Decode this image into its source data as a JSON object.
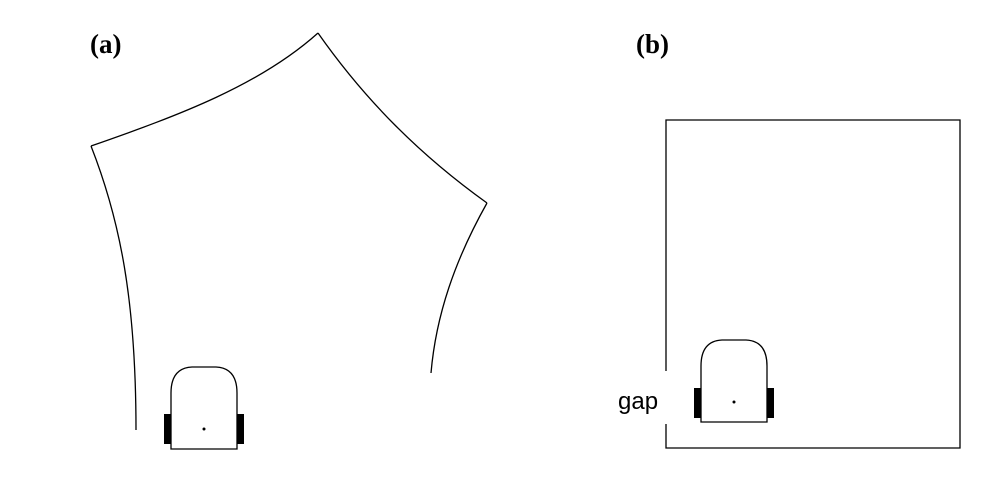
{
  "panels": {
    "a": {
      "label": "(a)"
    },
    "b": {
      "label": "(b)",
      "gap_label": "gap"
    }
  }
}
